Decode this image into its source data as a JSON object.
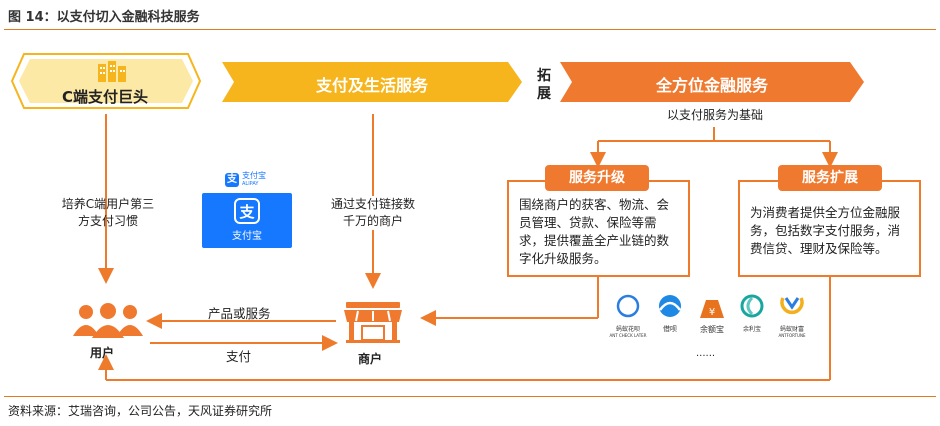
{
  "title": "图 14：以支付切入金融科技服务",
  "source": "资料来源：艾瑞咨询，公司公告，天风证券研究所",
  "hexagon_label": "C端支付巨头",
  "banner_left": "支付及生活服务",
  "banner_right": "全方位金融服务",
  "expand_label": "拓展",
  "base_label": "以支付服务为基础",
  "left_caption": "培养C端用户第三方支付习惯",
  "mid_caption": "通过支付链接数千万的商户",
  "upgrade_title": "服务升级",
  "upgrade_text": "围绕商户的获客、物流、会员管理、贷款、保险等需求，提供覆盖全产业链的数字化升级服务。",
  "expand_title": "服务扩展",
  "expand_text": "为消费者提供全方位金融服务，包括数字支付服务，消费信贷、理财及保险等。",
  "flow_top": "产品或服务",
  "flow_bottom": "支付",
  "user_label": "用户",
  "merchant_label": "商户",
  "alipay_logo_small": "支付宝",
  "alipay_logo_small_en": "ALIPAY",
  "alipay_card_text": "支付宝",
  "apps": [
    {
      "name": "蚂蚁花呗",
      "en": "ANT CHECK LATER",
      "color": "#2a7de1"
    },
    {
      "name": "借呗",
      "en": "",
      "color": "#1e88e5"
    },
    {
      "name": "余额宝",
      "en": "",
      "color": "#e8731f"
    },
    {
      "name": "余利宝",
      "en": "",
      "color": "#1aa6a0"
    },
    {
      "name": "蚂蚁财富",
      "en": "ANTFORTUNE",
      "color": "#f2b01e"
    }
  ],
  "ellipsis": "......",
  "colors": {
    "orange": "#ee7b2c",
    "yellow": "#f6b51c",
    "light_yellow": "#fde9a6",
    "blue": "#1677ff"
  }
}
